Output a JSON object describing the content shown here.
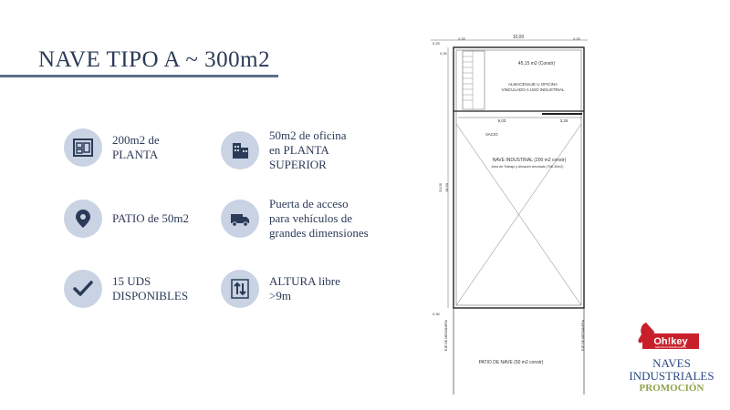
{
  "title": "NAVE TIPO A ~ 300m2",
  "features": [
    {
      "icon": "floor-plan-icon",
      "text": "200m2 de\nPLANTA"
    },
    {
      "icon": "office-building-icon",
      "text": "50m2 de oficina\nen PLANTA\nSUPERIOR"
    },
    {
      "icon": "location-pin-icon",
      "text": "PATIO de 50m2"
    },
    {
      "icon": "truck-icon",
      "text": "Puerta de acceso\npara vehículos de\ngrandes dimensiones"
    },
    {
      "icon": "checkmark-icon",
      "text": "15 UDS\nDISPONIBLES"
    },
    {
      "icon": "height-arrows-icon",
      "text": "ALTURA libre\n>9m"
    }
  ],
  "plan": {
    "dim_top": "10,00",
    "dim_tl": "0,30",
    "dim_tr": "0,30",
    "dim_025": "0,25",
    "office_area": "45,15 m2 (Constr)",
    "office_use_1": "ALMACENAJE U OFICINA",
    "office_use_2": "VINCULADO A USO INDUSTRIAL",
    "dim_603": "6,03",
    "dim_325": "3,25",
    "vacio": "VACIO",
    "nave_1": "NAVE INDUSTRIAL (200 m2 constr)",
    "nave_2": "Area de Trabajo y Almacen vinculado (TMI,30m2)",
    "dim_side_1": "20,05",
    "dim_side_2": "18,60",
    "medianera_l": "EJE DE MEDIANERA",
    "medianera_r": "EJE DE MEDIANERA",
    "patio": "PATIO DE NAVE (50 m2 constr)"
  },
  "brand": {
    "logo_text": "Oh!key",
    "logo_sub": "SERVICIOS INMOBILIARIOS",
    "line1": "NAVES",
    "line2": "INDUSTRIALES",
    "line3": "PROMOCIÓN",
    "logo_color": "#c8202b",
    "accent_green": "#8ea34a",
    "accent_blue": "#2b4a86"
  }
}
